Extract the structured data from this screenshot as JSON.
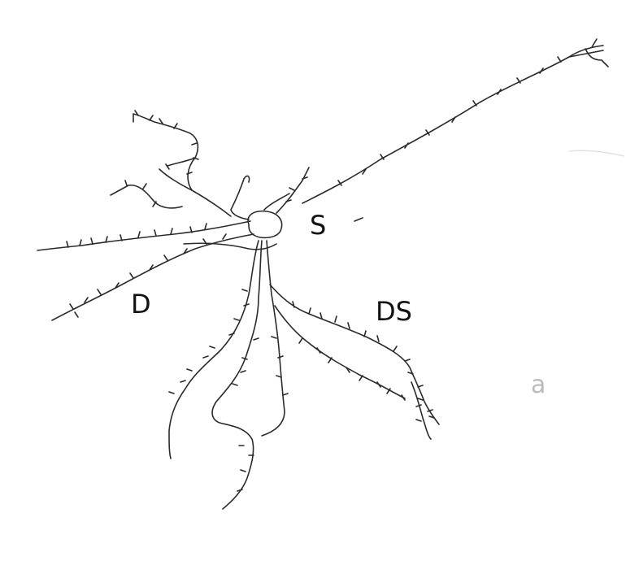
{
  "labels": {
    "soma": "S",
    "dendrite": "D",
    "dendritic_spine": "DS"
  },
  "annotation": "a",
  "colors": {
    "ink": "#2b2b2b",
    "paper": "#ffffff"
  }
}
